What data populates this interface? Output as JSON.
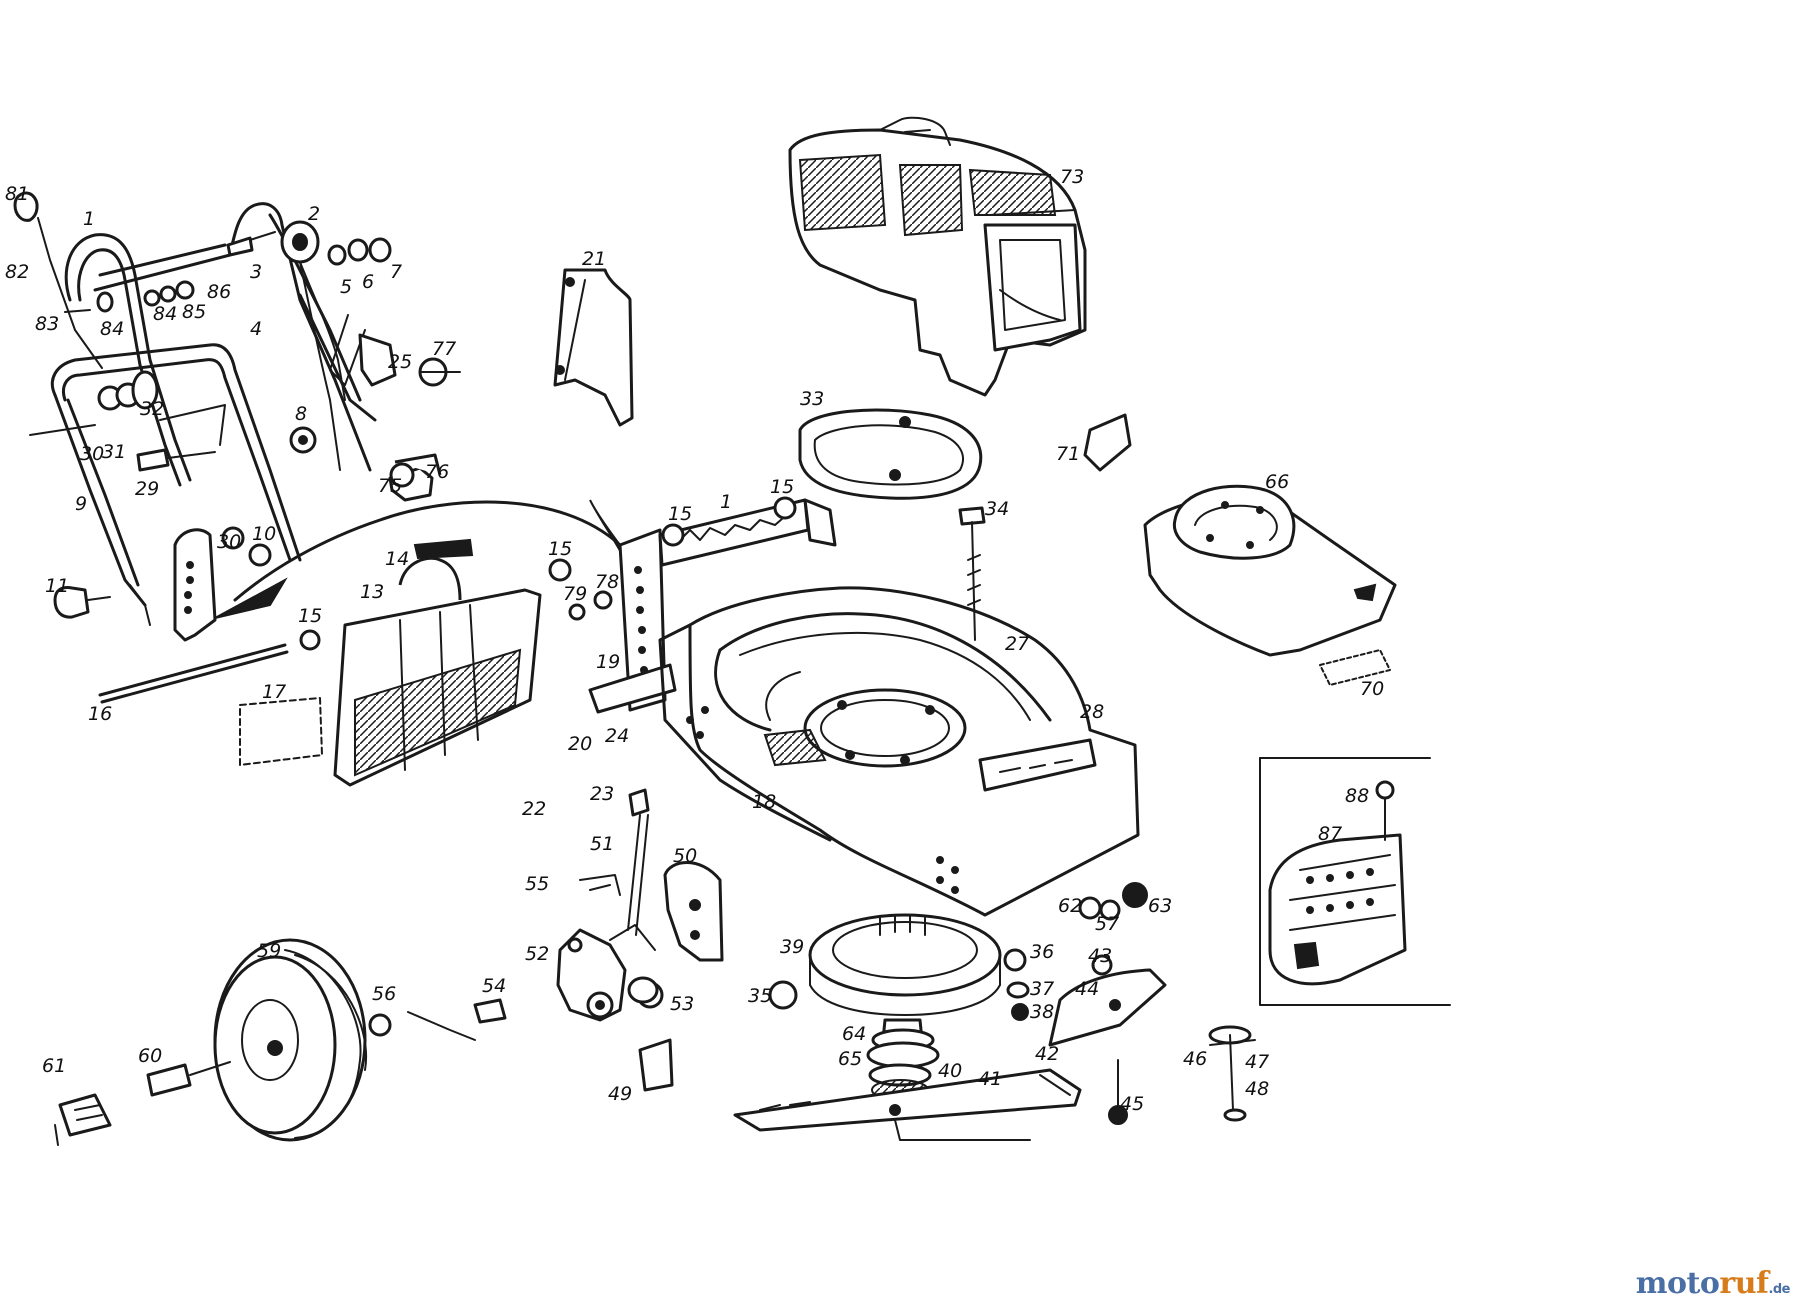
{
  "callouts": [
    "81",
    "1",
    "2",
    "82",
    "3",
    "5",
    "6",
    "7",
    "84",
    "85",
    "86",
    "83",
    "84",
    "4",
    "25",
    "77",
    "8",
    "32",
    "30",
    "31",
    "29",
    "75",
    "76",
    "9",
    "30",
    "10",
    "11",
    "21",
    "73",
    "33",
    "34",
    "14",
    "15",
    "1",
    "15",
    "15",
    "78",
    "79",
    "19",
    "71",
    "66",
    "13",
    "15",
    "17",
    "16",
    "20",
    "24",
    "23",
    "22",
    "18",
    "27",
    "28",
    "70",
    "51",
    "55",
    "50",
    "52",
    "53",
    "54",
    "56",
    "59",
    "60",
    "61",
    "49",
    "39",
    "64",
    "65",
    "40",
    "41",
    "35",
    "36",
    "37",
    "38",
    "42",
    "44",
    "43",
    "62",
    "57",
    "63",
    "46",
    "47",
    "48",
    "45",
    "88",
    "87"
  ],
  "watermark": {
    "part1": "moto",
    "part2": "ruf",
    "tld": ".de"
  }
}
